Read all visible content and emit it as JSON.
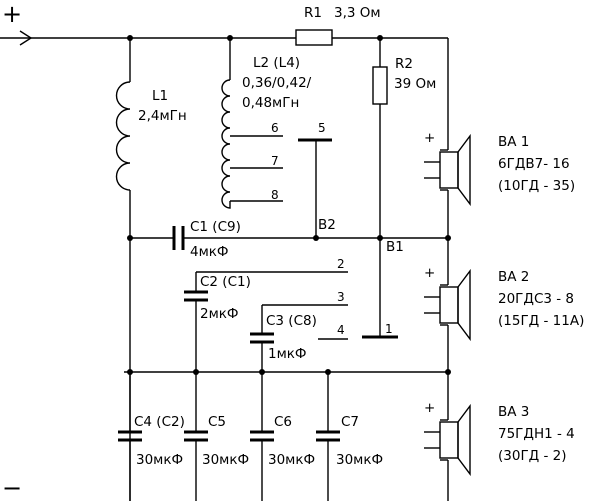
{
  "terminals": {
    "plus": "+",
    "minus": "−"
  },
  "resistors": {
    "r1": {
      "name": "R1",
      "value": "3,3 Ом"
    },
    "r2": {
      "name": "R2",
      "value": "39 Ом"
    }
  },
  "inductors": {
    "l1": {
      "name": "L1",
      "value": "2,4мГн"
    },
    "l2": {
      "name": "L2 (L4)",
      "value_1": "0,36/0,42/",
      "value_2": "0,48мГн"
    }
  },
  "taps": {
    "t5": "5",
    "t6": "6",
    "t7": "7",
    "t8": "8",
    "t2": "2",
    "t3": "3",
    "t4": "4",
    "t1": "1"
  },
  "buses": {
    "b1": "B1",
    "b2": "B2"
  },
  "capacitors": {
    "c1": {
      "name": "C1 (C9)",
      "value": "4мкФ"
    },
    "c2": {
      "name": "C2 (C1)",
      "value": "2мкФ"
    },
    "c3": {
      "name": "C3 (C8)",
      "value": "1мкФ"
    },
    "c4": {
      "name": "C4 (C2)",
      "value": "30мкФ"
    },
    "c5": {
      "name": "C5",
      "value": "30мкФ"
    },
    "c6": {
      "name": "C6",
      "value": "30мкФ"
    },
    "c7": {
      "name": "C7",
      "value": "30мкФ"
    }
  },
  "speakers": {
    "ba1": {
      "name": "BA 1",
      "model": "6ГДВ7- 16",
      "alt": "(10ГД - 35)",
      "polarity": "+"
    },
    "ba2": {
      "name": "BA 2",
      "model": "20ГДС3 - 8",
      "alt": "(15ГД - 11А)",
      "polarity": "+"
    },
    "ba3": {
      "name": "BA 3",
      "model": "75ГДН1 - 4",
      "alt": "(30ГД - 2)",
      "polarity": "+"
    }
  }
}
